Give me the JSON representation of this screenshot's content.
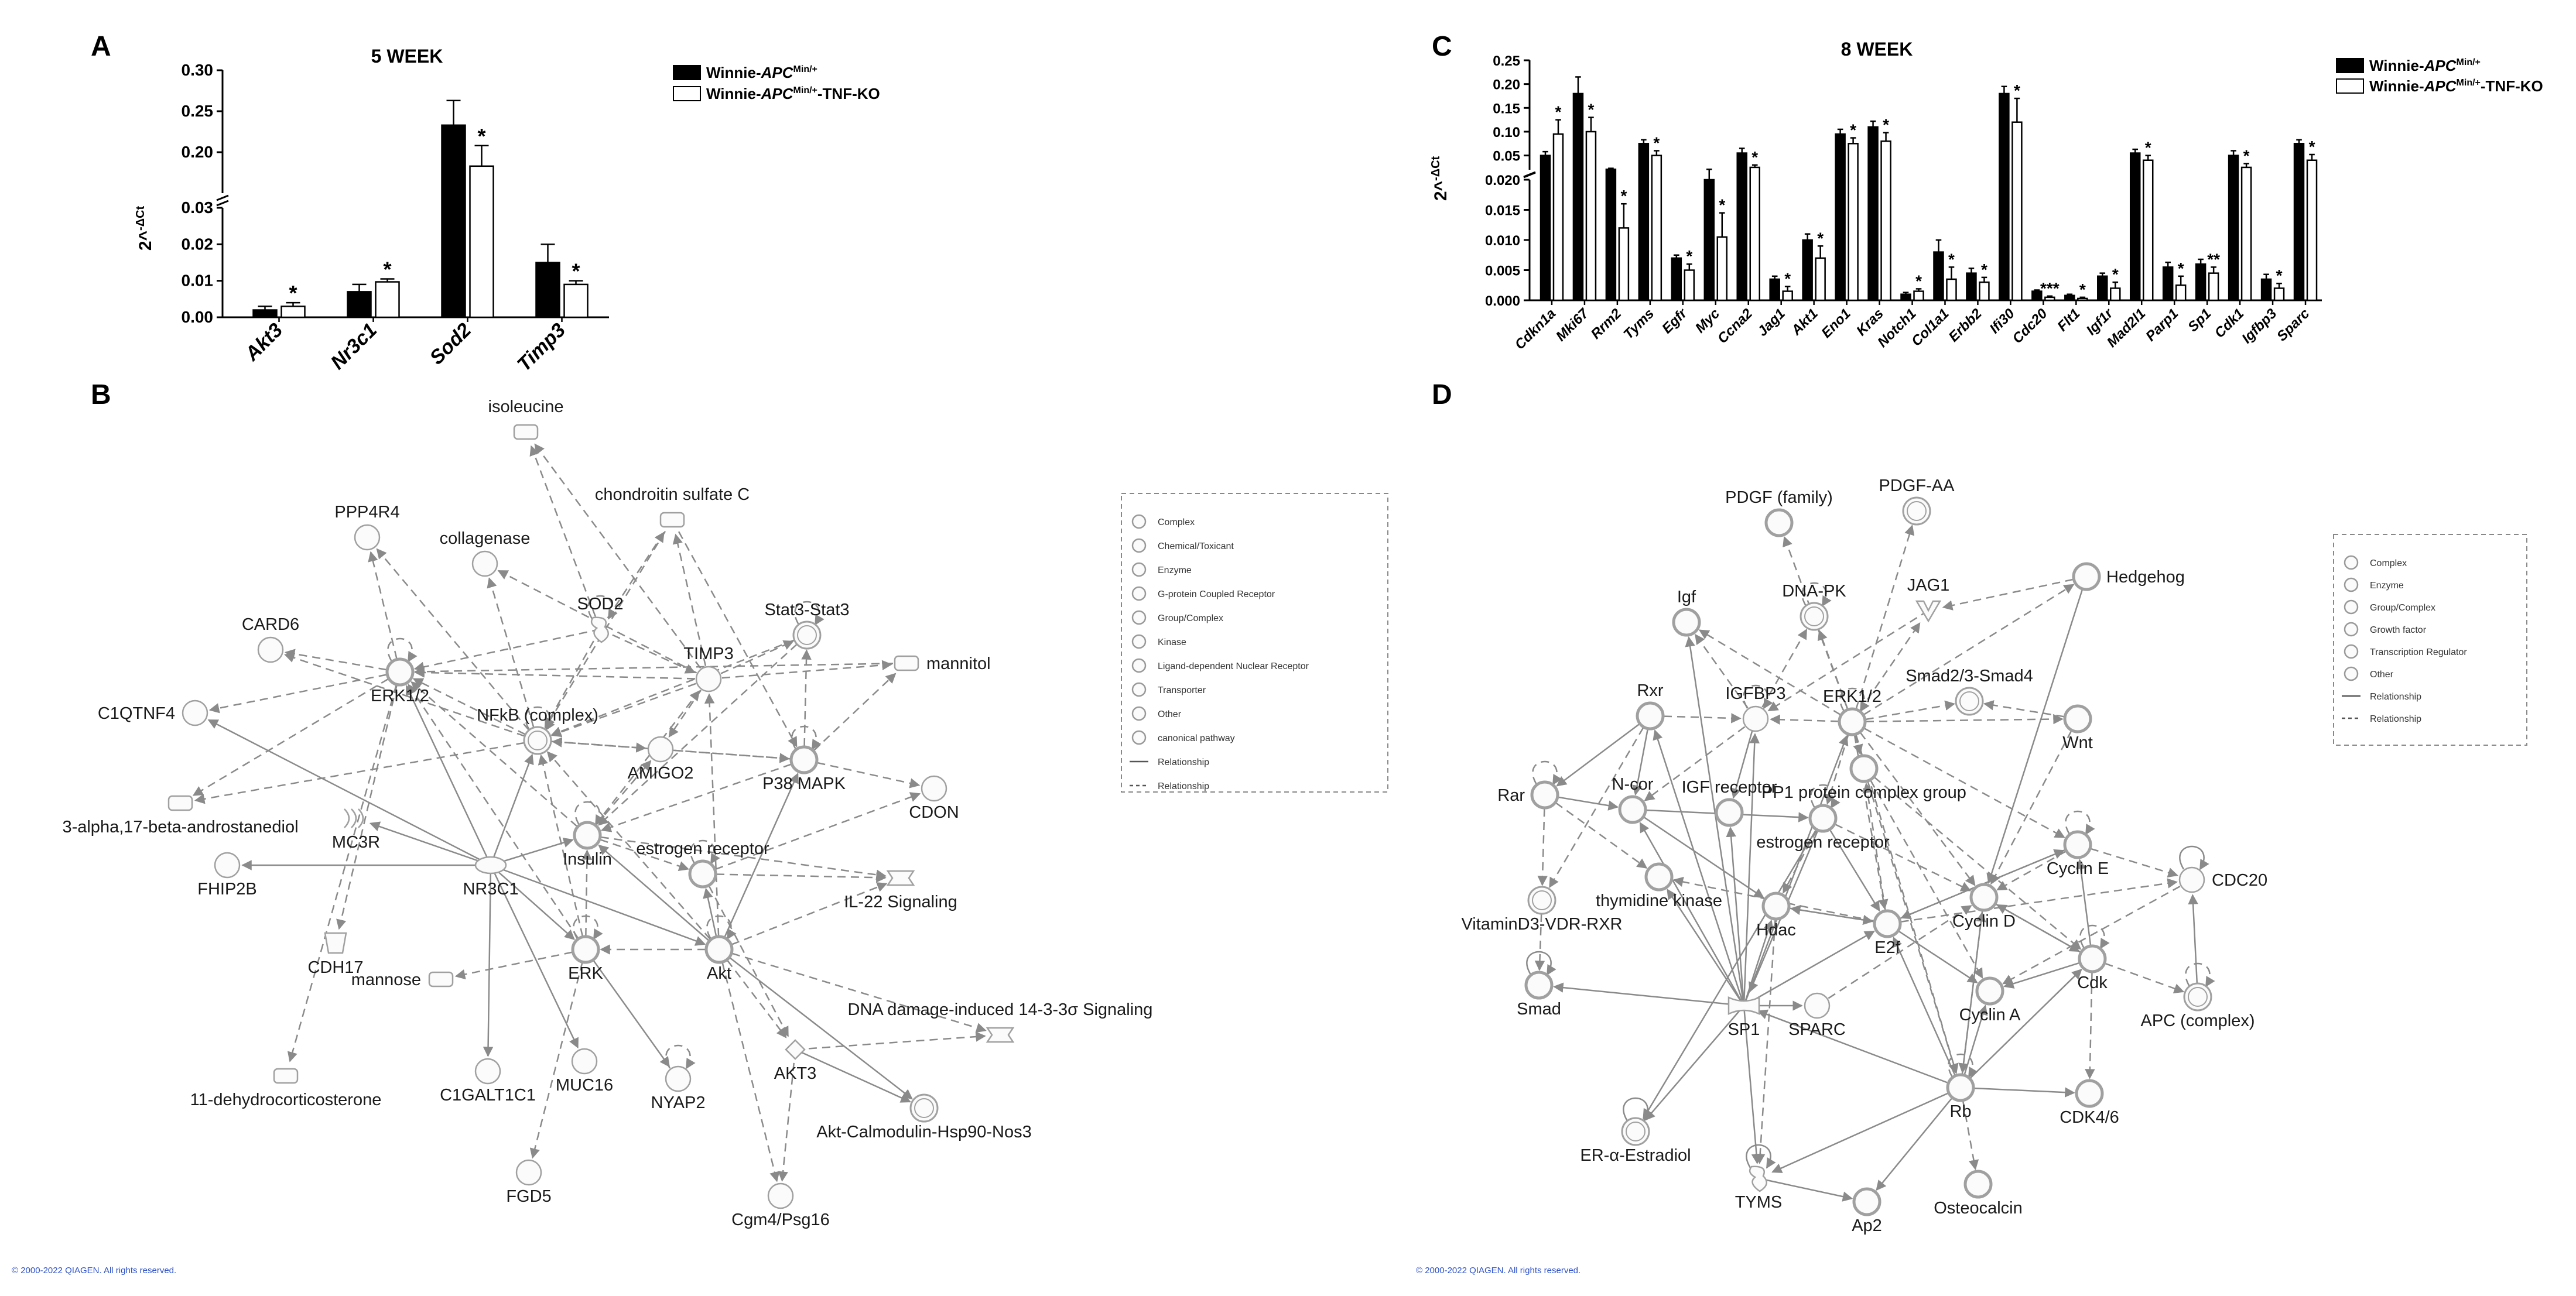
{
  "panels": {
    "A": "A",
    "B": "B",
    "C": "C",
    "D": "D"
  },
  "ylabel_base": "2^",
  "ylabel_exp": "-ΔCt",
  "legend": {
    "wt_pre": "Winnie-",
    "wt_gene": "APC",
    "wt_sup": "Min/+",
    "ko_suffix": "-TNF-KO"
  },
  "copyright": "© 2000-2022 QIAGEN. All rights reserved.",
  "chart_data": [
    {
      "panel": "A",
      "type": "bar",
      "title": "5 WEEK",
      "categories": [
        "Akt3",
        "Nr3c1",
        "Sod2",
        "Timp3"
      ],
      "series": [
        {
          "name": "Winnie-APCMin/+",
          "color": "#000000",
          "values": [
            0.002,
            0.007,
            0.233,
            0.015
          ],
          "errors": [
            0.001,
            0.002,
            0.03,
            0.005
          ]
        },
        {
          "name": "Winnie-APCMin/+-TNF-KO",
          "color": "#ffffff",
          "values": [
            0.003,
            0.0097,
            0.183,
            0.009
          ],
          "errors": [
            0.001,
            0.0008,
            0.025,
            0.001
          ]
        }
      ],
      "significance": [
        "*",
        "*",
        "*",
        "*"
      ],
      "y_scale": "broken",
      "y_lower_range": [
        0,
        0.03
      ],
      "y_upper_range": [
        0.15,
        0.3
      ],
      "y_lower_ticks": [
        "0.00",
        "0.01",
        "0.02",
        "0.03"
      ],
      "y_upper_ticks": [
        "0.20",
        "0.25",
        "0.30"
      ],
      "legend_position": "top-right",
      "grid": false
    },
    {
      "panel": "C",
      "type": "bar",
      "title": "8 WEEK",
      "categories": [
        "Cdkn1a",
        "Mki67",
        "Rrm2",
        "Tyms",
        "Egfr",
        "Myc",
        "Ccna2",
        "Jag1",
        "Akt1",
        "Eno1",
        "Kras",
        "Notch1",
        "Col1a1",
        "Erbb2",
        "Ifi30",
        "Cdc20",
        "Flt1",
        "Igf1r",
        "Mad2l1",
        "Parp1",
        "Sp1",
        "Cdk1",
        "Igfbp3",
        "Sparc"
      ],
      "series": [
        {
          "name": "Winnie-APCMin/+",
          "color": "#000000",
          "values": [
            0.05,
            0.18,
            0.021,
            0.075,
            0.007,
            0.02,
            0.055,
            0.0035,
            0.01,
            0.095,
            0.11,
            0.001,
            0.008,
            0.0045,
            0.18,
            0.0015,
            0.0008,
            0.004,
            0.055,
            0.0055,
            0.006,
            0.05,
            0.0035,
            0.075
          ],
          "errors": [
            0.008,
            0.035,
            0.002,
            0.008,
            0.0005,
            0.001,
            0.01,
            0.0005,
            0.001,
            0.01,
            0.012,
            0.0003,
            0.002,
            0.0008,
            0.015,
            0.0002,
            0.0002,
            0.0005,
            0.008,
            0.0008,
            0.0008,
            0.01,
            0.0008,
            0.008
          ]
        },
        {
          "name": "Winnie-APCMin/+-TNF-KO",
          "color": "#ffffff",
          "values": [
            0.095,
            0.1,
            0.012,
            0.05,
            0.005,
            0.0105,
            0.025,
            0.0015,
            0.007,
            0.075,
            0.08,
            0.0015,
            0.0035,
            0.003,
            0.12,
            0.0005,
            0.0003,
            0.002,
            0.04,
            0.0025,
            0.0045,
            0.025,
            0.002,
            0.04
          ],
          "errors": [
            0.03,
            0.03,
            0.004,
            0.01,
            0.001,
            0.004,
            0.005,
            0.0008,
            0.002,
            0.012,
            0.018,
            0.0004,
            0.002,
            0.0008,
            0.05,
            0.0002,
            0.0002,
            0.001,
            0.01,
            0.0015,
            0.001,
            0.008,
            0.0008,
            0.012
          ]
        }
      ],
      "significance": [
        "*",
        "*",
        "*",
        "*",
        "*",
        "*",
        "*",
        "*",
        "*",
        "*",
        "*",
        "*",
        "*",
        "*",
        "*",
        "***",
        "*",
        "*",
        "*",
        "*",
        "**",
        "*",
        "*",
        "*"
      ],
      "y_scale": "broken",
      "y_lower_range": [
        0,
        0.02
      ],
      "y_upper_range": [
        0.02,
        0.25
      ],
      "y_lower_ticks": [
        "0.000",
        "0.005",
        "0.010",
        "0.015",
        "0.020"
      ],
      "y_upper_ticks": [
        "0.05",
        "0.10",
        "0.15",
        "0.20",
        "0.25"
      ],
      "legend_position": "top-right",
      "grid": false
    }
  ],
  "network_B": {
    "legend": [
      "Complex",
      "Chemical/Toxicant",
      "Enzyme",
      "G-protein Coupled Receptor",
      "Group/Complex",
      "Kinase",
      "Ligand-dependent Nuclear Receptor",
      "Transporter",
      "Other",
      "canonical pathway",
      "Relationship",
      "Relationship"
    ],
    "nodes": [
      {
        "id": "isoleucine",
        "label": "isoleucine",
        "shape": "chemical"
      },
      {
        "id": "chondroitin",
        "label": "chondroitin sulfate C",
        "shape": "chemical"
      },
      {
        "id": "ppp4r4",
        "label": "PPP4R4",
        "shape": "other"
      },
      {
        "id": "collagenase",
        "label": "collagenase",
        "shape": "other"
      },
      {
        "id": "sod2",
        "label": "SOD2",
        "shape": "enzyme"
      },
      {
        "id": "stat3",
        "label": "Stat3-Stat3",
        "shape": "complex"
      },
      {
        "id": "card6",
        "label": "CARD6",
        "shape": "other"
      },
      {
        "id": "erk12",
        "label": "ERK1/2",
        "shape": "group"
      },
      {
        "id": "timp3",
        "label": "TIMP3",
        "shape": "other"
      },
      {
        "id": "mannitol",
        "label": "mannitol",
        "shape": "chemical"
      },
      {
        "id": "c1qtnf4",
        "label": "C1QTNF4",
        "shape": "other"
      },
      {
        "id": "nfkb",
        "label": "NFkB (complex)",
        "shape": "complex"
      },
      {
        "id": "amigo2",
        "label": "AMIGO2",
        "shape": "other"
      },
      {
        "id": "p38",
        "label": "P38 MAPK",
        "shape": "group"
      },
      {
        "id": "andro",
        "label": "3-alpha,17-beta-androstanediol",
        "shape": "chemical"
      },
      {
        "id": "cdon",
        "label": "CDON",
        "shape": "other"
      },
      {
        "id": "mc3r",
        "label": "MC3R",
        "shape": "gpcr"
      },
      {
        "id": "fhip2b",
        "label": "FHIP2B",
        "shape": "other"
      },
      {
        "id": "nr3c1",
        "label": "NR3C1",
        "shape": "nuclear"
      },
      {
        "id": "insulin",
        "label": "Insulin",
        "shape": "group"
      },
      {
        "id": "estrogen",
        "label": "estrogen receptor",
        "shape": "group"
      },
      {
        "id": "il22",
        "label": "IL-22 Signaling",
        "shape": "pathway"
      },
      {
        "id": "cdh17",
        "label": "CDH17",
        "shape": "transporter"
      },
      {
        "id": "mannose",
        "label": "mannose",
        "shape": "chemical"
      },
      {
        "id": "erk",
        "label": "ERK",
        "shape": "group"
      },
      {
        "id": "akt",
        "label": "Akt",
        "shape": "group"
      },
      {
        "id": "dna14",
        "label": "DNA damage-induced 14-3-3σ Signaling",
        "shape": "pathway"
      },
      {
        "id": "dehydro",
        "label": "11-dehydrocorticosterone",
        "shape": "chemical"
      },
      {
        "id": "c1galt",
        "label": "C1GALT1C1",
        "shape": "other"
      },
      {
        "id": "muc16",
        "label": "MUC16",
        "shape": "other"
      },
      {
        "id": "nyap2",
        "label": "NYAP2",
        "shape": "other"
      },
      {
        "id": "akt3",
        "label": "AKT3",
        "shape": "kinase"
      },
      {
        "id": "aktcal",
        "label": "Akt-Calmodulin-Hsp90-Nos3",
        "shape": "complex"
      },
      {
        "id": "fgd5",
        "label": "FGD5",
        "shape": "other"
      },
      {
        "id": "cgm4",
        "label": "Cgm4/Psg16",
        "shape": "other"
      }
    ]
  },
  "network_D": {
    "legend": [
      "Complex",
      "Enzyme",
      "Group/Complex",
      "Growth factor",
      "Transcription Regulator",
      "Other",
      "Relationship",
      "Relationship"
    ],
    "nodes": [
      {
        "id": "pdgf",
        "label": "PDGF (family)",
        "shape": "group"
      },
      {
        "id": "pdgfaa",
        "label": "PDGF-AA",
        "shape": "complex"
      },
      {
        "id": "igf",
        "label": "Igf",
        "shape": "group"
      },
      {
        "id": "dnapk",
        "label": "DNA-PK",
        "shape": "complex"
      },
      {
        "id": "jag1",
        "label": "JAG1",
        "shape": "growth"
      },
      {
        "id": "hedgehog",
        "label": "Hedgehog",
        "shape": "group"
      },
      {
        "id": "rxr",
        "label": "Rxr",
        "shape": "group"
      },
      {
        "id": "igfbp3",
        "label": "IGFBP3",
        "shape": "other"
      },
      {
        "id": "erk12",
        "label": "ERK1/2",
        "shape": "group"
      },
      {
        "id": "smad",
        "label": "Smad2/3-Smad4",
        "shape": "complex"
      },
      {
        "id": "wnt",
        "label": "Wnt",
        "shape": "group"
      },
      {
        "id": "rar",
        "label": "Rar",
        "shape": "group"
      },
      {
        "id": "ncor",
        "label": "N-cor",
        "shape": "group"
      },
      {
        "id": "pp1",
        "label": "PP1 protein complex group",
        "shape": "group"
      },
      {
        "id": "igfr",
        "label": "IGF receptor",
        "shape": "group"
      },
      {
        "id": "estrogen",
        "label": "estrogen receptor",
        "shape": "group"
      },
      {
        "id": "cycline",
        "label": "Cyclin E",
        "shape": "group"
      },
      {
        "id": "cdc20",
        "label": "CDC20",
        "shape": "other"
      },
      {
        "id": "thymidine",
        "label": "thymidine kinase",
        "shape": "group"
      },
      {
        "id": "vdr",
        "label": "VitaminD3-VDR-RXR",
        "shape": "complex"
      },
      {
        "id": "hdac",
        "label": "Hdac",
        "shape": "group"
      },
      {
        "id": "e2f",
        "label": "E2f",
        "shape": "group"
      },
      {
        "id": "cyclind",
        "label": "Cyclin D",
        "shape": "group"
      },
      {
        "id": "cdk",
        "label": "Cdk",
        "shape": "group"
      },
      {
        "id": "smadg",
        "label": "Smad",
        "shape": "group"
      },
      {
        "id": "sp1",
        "label": "SP1",
        "shape": "regulator"
      },
      {
        "id": "sparc",
        "label": "SPARC",
        "shape": "other"
      },
      {
        "id": "cyclina",
        "label": "Cyclin A",
        "shape": "group"
      },
      {
        "id": "apc",
        "label": "APC (complex)",
        "shape": "complex"
      },
      {
        "id": "rb",
        "label": "Rb",
        "shape": "group"
      },
      {
        "id": "cdk46",
        "label": "CDK4/6",
        "shape": "group"
      },
      {
        "id": "era",
        "label": "ER-α-Estradiol",
        "shape": "complex"
      },
      {
        "id": "tyms",
        "label": "TYMS",
        "shape": "enzyme"
      },
      {
        "id": "ap2",
        "label": "Ap2",
        "shape": "group"
      },
      {
        "id": "osteo",
        "label": "Osteocalcin",
        "shape": "group"
      }
    ]
  }
}
